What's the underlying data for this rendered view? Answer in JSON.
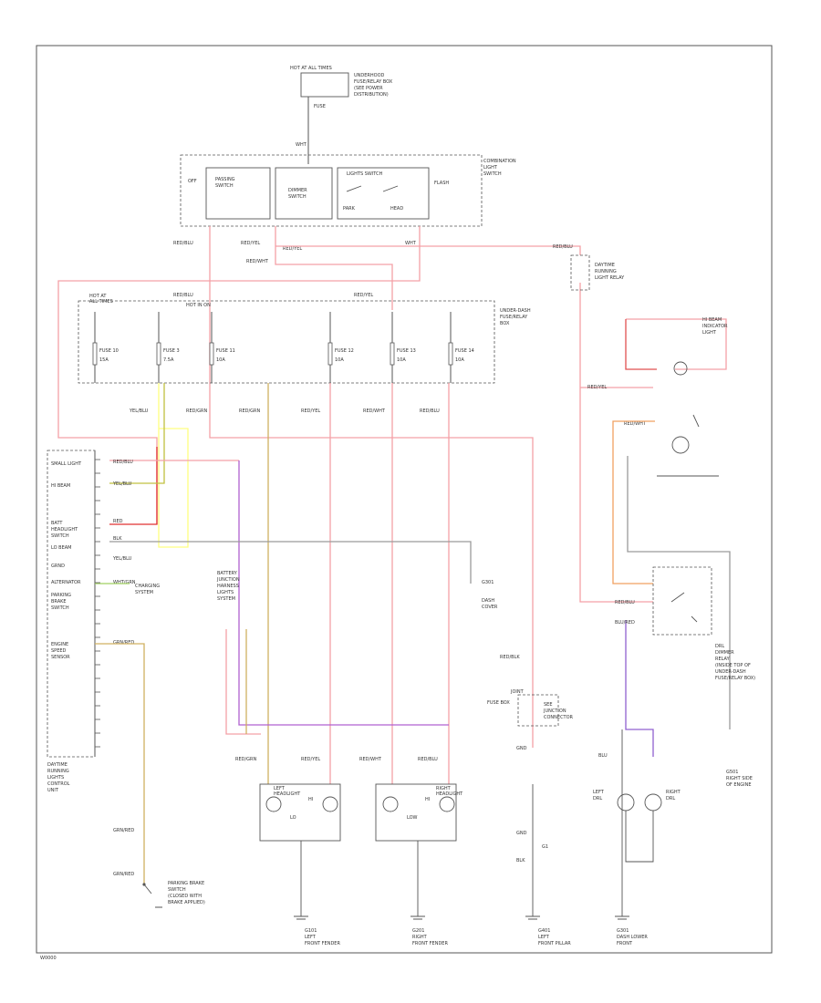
{
  "diagram": {
    "footer_code": "W0000",
    "top_source": {
      "title": "HOT AT ALL TIMES",
      "note": [
        "UNDERHOOD",
        "FUSE/RELAY BOX",
        "(SEE POWER",
        "DISTRIBUTION)"
      ],
      "fuse": "FUSE",
      "wire": "WHT"
    },
    "combination_switch": {
      "title": [
        "COMBINATION",
        "LIGHT",
        "SWITCH"
      ],
      "left_section": [
        "PASSING",
        "SWITCH"
      ],
      "dimmer": [
        "DIMMER",
        "SWITCH"
      ],
      "light_switch": "LIGHTS SWITCH",
      "off": "OFF",
      "park": "PARK",
      "head": "HEAD",
      "flash": "FLASH"
    },
    "wire_labels": {
      "w1": "RED/BLU",
      "w2": "RED/YEL",
      "w3": "RED/WHT",
      "w4": "RED/YEL",
      "w5": "WHT",
      "w6": "RED/BLU",
      "w7": "RED/YEL"
    },
    "dash_fuse_box": {
      "title": [
        "UNDER-DASH",
        "FUSE/RELAY",
        "BOX"
      ],
      "hot": [
        "HOT AT",
        "ALL TIMES"
      ],
      "hot_on": "HOT IN ON",
      "fuses": [
        {
          "num": "FUSE 10",
          "amps": "15A"
        },
        {
          "num": "FUSE 3",
          "amps": "7.5A"
        },
        {
          "num": "FUSE 11",
          "amps": "10A"
        },
        {
          "num": "FUSE 12",
          "amps": "10A"
        },
        {
          "num": "FUSE 13",
          "amps": "10A"
        },
        {
          "num": "FUSE 14",
          "amps": "10A"
        }
      ],
      "outputs": [
        "YEL/BLU",
        "RED/GRN",
        "RED/GRN",
        "RED/YEL",
        "RED/WHT",
        "RED/BLU"
      ]
    },
    "right_top": {
      "relay_title": [
        "DAYTIME",
        "RUNNING",
        "LIGHT RELAY"
      ],
      "indicator_title": [
        "HI BEAM",
        "INDICATOR",
        "LIGHT"
      ],
      "wire_a": "RED/BLU",
      "wire_b": "RED/YEL",
      "wire_c": "RED/WHT"
    },
    "dimmer_relay": {
      "title": [
        "DRL",
        "DIMMER",
        "RELAY",
        "(INSIDE TOP OF",
        "UNDER-DASH",
        "FUSE/RELAY BOX)"
      ],
      "wires": [
        "RED/BLU",
        "BLU/RED"
      ]
    },
    "control_unit": {
      "title": [
        "DAYTIME",
        "RUNNING",
        "LIGHTS",
        "CONTROL",
        "UNIT"
      ],
      "pins": [
        "SMALL LIGHT",
        "HI BEAM",
        "BATT",
        "HEADLIGHT",
        "SWITCH",
        "LO BEAM",
        "GRND",
        "ALTERNATOR",
        "PARKING",
        "BRAKE",
        "SWITCH",
        "ENGINE",
        "SPEED",
        "SENSOR"
      ],
      "wires": [
        "RED/BLU",
        "YEL/BLU",
        "RED",
        "BLK",
        "YEL/BLU",
        "WHT/GRN",
        "GRN/RED"
      ],
      "alt_note": [
        "CHARGING",
        "SYSTEM"
      ]
    },
    "mid_labels": {
      "ground_top": [
        "G301",
        "DASH",
        "COVER"
      ],
      "harness": [
        "BATTERY",
        "JUNCTION",
        "HARNESS",
        "LIGHTS",
        "SYSTEM"
      ],
      "red_blk": "RED/BLK",
      "fuse_box": "FUSE BOX",
      "junction": [
        "SEE",
        "JUNCTION",
        "CONNECTOR"
      ],
      "j1": "JOINT",
      "j2": "GND"
    },
    "headlights": {
      "left": {
        "title": [
          "LEFT",
          "HEADLIGHT"
        ],
        "wires": [
          "RED/GRN",
          "RED/YEL"
        ]
      },
      "right": {
        "title": [
          "RIGHT",
          "HEADLIGHT"
        ],
        "wires": [
          "RED/WHT",
          "RED/BLU"
        ]
      },
      "hi": "HI",
      "lo": "LO",
      "low": "LOW"
    },
    "grounds": {
      "g1": [
        "G101",
        "LEFT",
        "FRONT FENDER"
      ],
      "g2": [
        "G201",
        "RIGHT",
        "FRONT FENDER"
      ],
      "g3": [
        "G401",
        "LEFT",
        "FRONT PILLAR"
      ],
      "g4": [
        "G301",
        "DASH LOWER",
        "FRONT"
      ],
      "g5": [
        "G501",
        "RIGHT SIDE",
        "OF ENGINE"
      ]
    },
    "parking_brake": {
      "wire_a": "GRN/RED",
      "wire_b": "GRN/RED",
      "title": [
        "PARKING BRAKE",
        "SWITCH",
        "(CLOSED WITH",
        "BRAKE APPLIED)"
      ]
    },
    "right_lights": {
      "left_lamp": [
        "LEFT",
        "DRL"
      ],
      "right_lamp": [
        "RIGHT",
        "DRL"
      ],
      "wire": "BLU"
    },
    "bottom_misc": {
      "gnd": "GND",
      "blk": "BLK",
      "g1": "G1"
    }
  }
}
